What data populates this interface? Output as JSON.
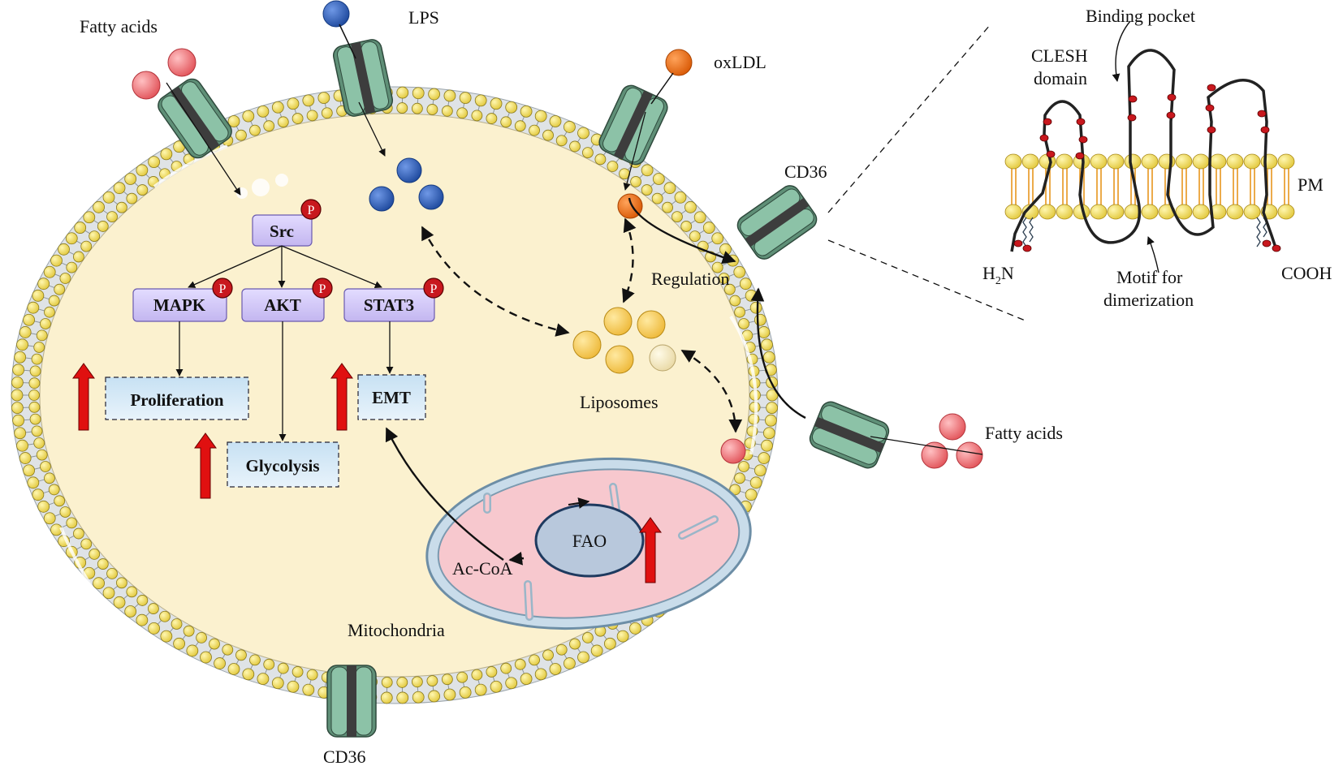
{
  "labels": {
    "fatty_acids_top": "Fatty acids",
    "lps": "LPS",
    "oxldl": "oxLDL",
    "cd36_right": "CD36",
    "cd36_bottom": "CD36",
    "regulation": "Regulation",
    "liposomes": "Liposomes",
    "fatty_acids_right": "Fatty acids",
    "mitochondria": "Mitochondria",
    "fao": "FAO",
    "ac_coa": "Ac-CoA",
    "binding_pocket": "Binding pocket",
    "clesh_line1": "CLESH",
    "clesh_line2": "domain",
    "pm": "PM",
    "h2n_main": "H",
    "h2n_sub": "2",
    "h2n_end": "N",
    "cooh": "COOH",
    "motif_line1": "Motif for",
    "motif_line2": "dimerization"
  },
  "signaling": {
    "src": "Src",
    "mapk": "MAPK",
    "akt": "AKT",
    "stat3": "STAT3",
    "phospho": "P"
  },
  "outcomes": {
    "proliferation": "Proliferation",
    "glycolysis": "Glycolysis",
    "emt": "EMT"
  },
  "colors": {
    "cytoplasm": "#fbf1cf",
    "head_group": "#f2e06a",
    "channel": "#86b9a0",
    "lps_ball": "#2d5bb3",
    "oxldl_ball": "#e8650f",
    "fatty_ball": "#ef6b6f",
    "liposome": "#f6cf55",
    "up_arrow": "#e01010",
    "mito_inner": "#f7c8ce"
  }
}
